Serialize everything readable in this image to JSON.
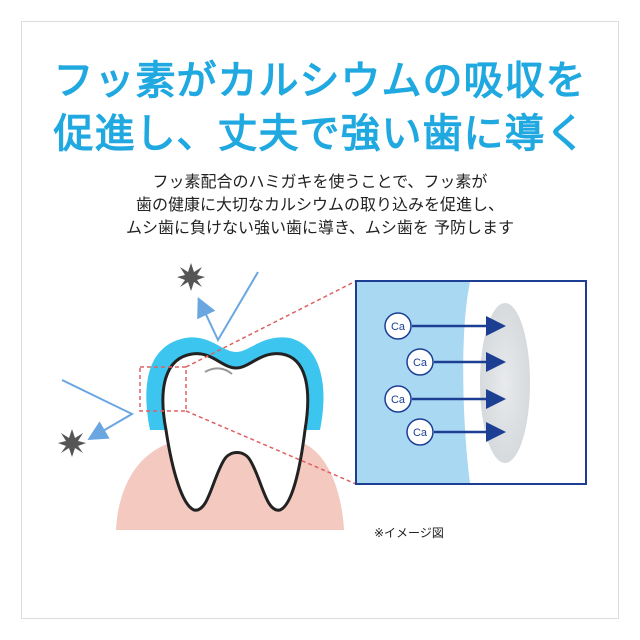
{
  "headline": {
    "line1": "フッ素がカルシウムの吸収を",
    "line2": "促進し、丈夫で強い歯に導く"
  },
  "description": {
    "line1": "フッ素配合のハミガキを使うことで、フッ素が",
    "line2": "歯の健康に大切なカルシウムの取り込みを促進し、",
    "line3": "ムシ歯に負けない強い歯に導き、ムシ歯を 予防します"
  },
  "calcium_label": "Ca",
  "note": "※イメージ図",
  "colors": {
    "headline": "#20a8e0",
    "enamel_layer": "#3cc6ef",
    "gum": "#f3c9c0",
    "panel_bg": "#a9d8f3",
    "panel_border": "#1c3f94",
    "arrow": "#1c3f94",
    "dashed_line": "#e06060",
    "spark": "#555555"
  },
  "icons": [
    "spark-burst-icon",
    "deflect-arrow-icon",
    "tooth-illustration",
    "calcium-ion-icon"
  ]
}
